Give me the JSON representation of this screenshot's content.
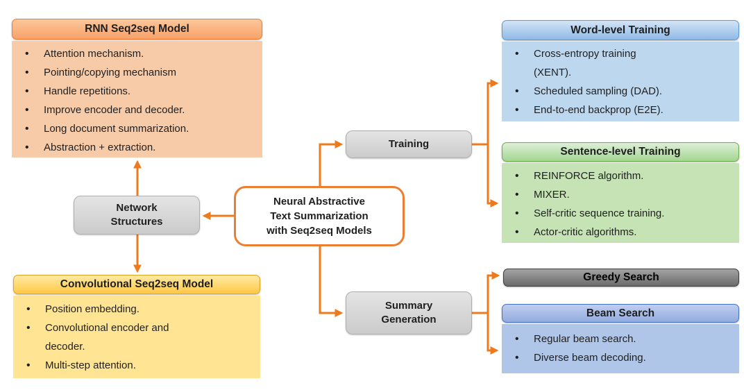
{
  "colors": {
    "arrow_orange": "#ee7a1e",
    "orange_fill": "#f8cba8",
    "yellow_fill": "#ffe593",
    "blue_fill": "#bdd7ee",
    "green_fill": "#c6e3b5",
    "beam_fill": "#b0c6e8",
    "gray_node": "#d9d9d9"
  },
  "center_box": {
    "title": "Neural Abstractive\nText Summarization\nwith Seq2seq Models"
  },
  "left": {
    "rnn": {
      "title": "RNN Seq2seq Model",
      "bullets": [
        "Attention mechanism.",
        "Pointing/copying mechanism",
        "Handle repetitions.",
        "Improve encoder and decoder.",
        "Long document summarization.",
        "Abstraction + extraction."
      ]
    },
    "network_structures": {
      "label": "Network\nStructures"
    },
    "conv": {
      "title": "Convolutional Seq2seq Model",
      "bullets": [
        "Position embedding.",
        "Convolutional encoder and\ndecoder.",
        "Multi-step attention."
      ]
    }
  },
  "right": {
    "training": {
      "label": "Training"
    },
    "word_level": {
      "title": "Word-level Training",
      "bullets": [
        "Cross-entropy training\n(XENT).",
        "Scheduled sampling (DAD).",
        "End-to-end backprop (E2E)."
      ]
    },
    "sentence_level": {
      "title": "Sentence-level Training",
      "bullets": [
        "REINFORCE algorithm.",
        "MIXER.",
        "Self-critic sequence training.",
        "Actor-critic algorithms."
      ]
    },
    "summary_generation": {
      "label": "Summary\nGeneration"
    },
    "greedy": {
      "title": "Greedy Search"
    },
    "beam": {
      "title": "Beam Search",
      "bullets": [
        "Regular beam search.",
        "Diverse beam decoding."
      ]
    }
  },
  "connections": [
    {
      "from": "network-structures",
      "to": "rnn-seq2seq-model"
    },
    {
      "from": "network-structures",
      "to": "convolutional-seq2seq-model"
    },
    {
      "from": "central-topic",
      "to": "network-structures"
    },
    {
      "from": "central-topic",
      "to": "training"
    },
    {
      "from": "training",
      "to": "word-level-training"
    },
    {
      "from": "training",
      "to": "sentence-level-training"
    },
    {
      "from": "central-topic",
      "to": "summary-generation"
    },
    {
      "from": "summary-generation",
      "to": "greedy-search"
    },
    {
      "from": "summary-generation",
      "to": "beam-search"
    }
  ]
}
